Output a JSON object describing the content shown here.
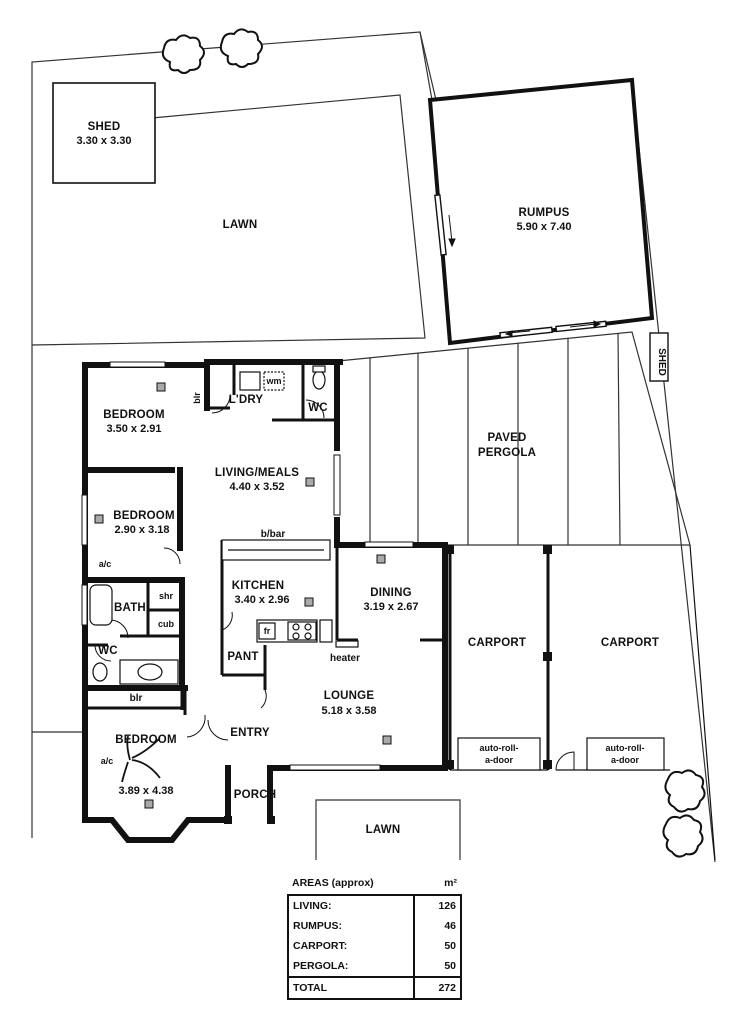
{
  "rooms": {
    "shed_main": {
      "name": "SHED",
      "dim": "3.30 x 3.30"
    },
    "lawn_back": {
      "name": "LAWN"
    },
    "rumpus": {
      "name": "RUMPUS",
      "dim": "5.90 x 7.40"
    },
    "shed_side": {
      "name": "SHED"
    },
    "paved_pergola": {
      "line1": "PAVED",
      "line2": "PERGOLA"
    },
    "bedroom_1": {
      "name": "BEDROOM",
      "dim": "3.50 x 2.91"
    },
    "blr_top": {
      "name": "blr"
    },
    "laundry": {
      "name": "L'DRY"
    },
    "wm": {
      "name": "wm"
    },
    "wc_top": {
      "name": "WC"
    },
    "living_meals": {
      "name": "LIVING/MEALS",
      "dim": "4.40 x 3.52"
    },
    "bedroom_2": {
      "name": "BEDROOM",
      "dim": "2.90 x 3.18"
    },
    "ac_1": {
      "name": "a/c"
    },
    "bbar": {
      "name": "b/bar"
    },
    "kitchen": {
      "name": "KITCHEN",
      "dim": "3.40 x 2.96"
    },
    "dining": {
      "name": "DINING",
      "dim": "3.19 x 2.67"
    },
    "bath": {
      "name": "BATH"
    },
    "shr": {
      "name": "shr"
    },
    "cub": {
      "name": "cub"
    },
    "fr": {
      "name": "fr"
    },
    "pant": {
      "name": "PANT"
    },
    "heater": {
      "name": "heater"
    },
    "wc_bottom": {
      "name": "WC"
    },
    "blr_bottom": {
      "name": "blr"
    },
    "lounge": {
      "name": "LOUNGE",
      "dim": "5.18 x 3.58"
    },
    "carport_1": {
      "name": "CARPORT",
      "door_line1": "auto-roll-",
      "door_line2": "a-door"
    },
    "carport_2": {
      "name": "CARPORT",
      "door_line1": "auto-roll-",
      "door_line2": "a-door"
    },
    "bedroom_3": {
      "name": "BEDROOM",
      "dim": "3.89 x 4.38"
    },
    "ac_2": {
      "name": "a/c"
    },
    "entry": {
      "name": "ENTRY"
    },
    "porch": {
      "name": "PORCH"
    },
    "lawn_front": {
      "name": "LAWN"
    }
  },
  "areas": {
    "header_label": "AREAS (approx)",
    "header_unit": "m²",
    "rows": [
      {
        "label": "LIVING:",
        "value": "126"
      },
      {
        "label": "RUMPUS:",
        "value": "46"
      },
      {
        "label": "CARPORT:",
        "value": "50"
      },
      {
        "label": "PERGOLA:",
        "value": "50"
      }
    ],
    "total": {
      "label": "TOTAL",
      "value": "272"
    }
  }
}
